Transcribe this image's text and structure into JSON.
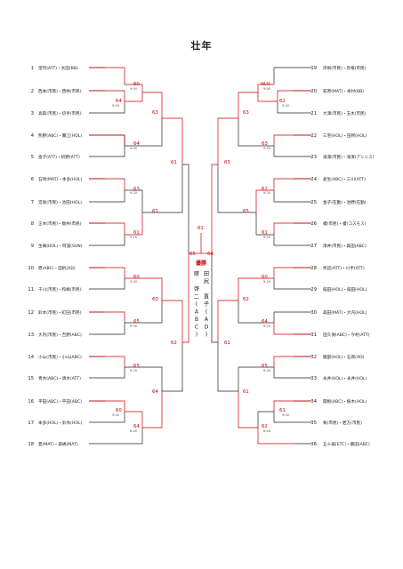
{
  "title": "壮年",
  "colors": {
    "win": "#cc0000",
    "line": "#222222"
  },
  "left_entries": [
    {
      "num": "1",
      "name": "望月(ATT)・太田(BB)"
    },
    {
      "num": "2",
      "name": "西本(市民)・西林(市民)"
    },
    {
      "num": "3",
      "name": "高森(市民)・切手(市民)"
    },
    {
      "num": "4",
      "name": "熊野(ABC)・鷺江(HOL)"
    },
    {
      "num": "5",
      "name": "金子(ATT)・初野(ATT)"
    },
    {
      "num": "6",
      "name": "石崎(MAT)・本多(HOL)"
    },
    {
      "num": "7",
      "name": "宮坂(市民)・池田(HOL)"
    },
    {
      "num": "8",
      "name": "正木(市民)・数井(市民)"
    },
    {
      "num": "9",
      "name": "生嶋(HOL)・阿波(SUN)"
    },
    {
      "num": "10",
      "name": "原(ABC)・田尻(AD)"
    },
    {
      "num": "11",
      "name": "千川(市民)・和嶋(市民)"
    },
    {
      "num": "12",
      "name": "鈴木(市民)・町田(市民)"
    },
    {
      "num": "13",
      "name": "大内(市民)・吉野(ABC)"
    },
    {
      "num": "14",
      "name": "小山(市民)・小山(ABC)"
    },
    {
      "num": "15",
      "name": "青木(ABC)・清水(ATT)"
    },
    {
      "num": "16",
      "name": "平田(ABC)・平田(ABC)"
    },
    {
      "num": "17",
      "name": "本多(HOL)・鈴木(HOL)"
    },
    {
      "num": "18",
      "name": "夏(MAT)・森嶋(MAT)"
    }
  ],
  "right_entries": [
    {
      "num": "19",
      "name": "岸根(市民)・岸根(市民)"
    },
    {
      "num": "20",
      "name": "萩原(MAT)・本村(BB)"
    },
    {
      "num": "21",
      "name": "大澤(市民)・玉木(市民)"
    },
    {
      "num": "22",
      "name": "三宅(HOL)・田所(HOL)"
    },
    {
      "num": "23",
      "name": "滝澤(市民)・滝澤(アシニス)"
    },
    {
      "num": "24",
      "name": "倉生(ABC)・三川(ATT)"
    },
    {
      "num": "25",
      "name": "金子(在勤)・池野(在勤)"
    },
    {
      "num": "26",
      "name": "榎(市民)・榎(コスモス)"
    },
    {
      "num": "27",
      "name": "澤井(市民)・森田(ABC)"
    },
    {
      "num": "28",
      "name": "馬詰(ATT)・川手(ATT)"
    },
    {
      "num": "29",
      "name": "稲田(HOL)・稲田(HOL)"
    },
    {
      "num": "30",
      "name": "森田(MAT)・大内(HOL)"
    },
    {
      "num": "31",
      "name": "田久保(ABC)・今村(ATT)"
    },
    {
      "num": "32",
      "name": "服部(HOL)・石寄(AD)"
    },
    {
      "num": "33",
      "name": "永井(HOL)・永井(HOL)"
    },
    {
      "num": "34",
      "name": "関根(ABC)・植木(HOL)"
    },
    {
      "num": "35",
      "name": "栗(市民)・岩方(市民)"
    },
    {
      "num": "36",
      "name": "五十嵐(ETC)・藤田(ABC)"
    }
  ],
  "scores": {
    "l_r1_60": "60",
    "l_r1_60_t": "9:40",
    "l_r1_64a": "64",
    "l_r1_64a_t": "9:30",
    "l_r2_63a": "63",
    "l_r1_64b": "64",
    "l_r1_64b_t": "9:00",
    "l_r3_61a": "61",
    "l_r1_63": "63",
    "l_r1_63_t": "9:20",
    "l_r2_61": "61",
    "l_r1_61": "61",
    "l_r1_61_t": "9:10",
    "l_r1_60b": "60",
    "l_r1_60b_t": "9:50",
    "l_r2_60": "60",
    "l_r1_65": "65",
    "l_r1_65_t": "9:30",
    "l_r3_62": "62",
    "l_r1_65b": "65",
    "l_r1_65b_t": "9:20",
    "l_r2_64": "64",
    "l_r1_60c": "60",
    "l_r1_60c_t": "9:00",
    "l_r1_64c": "64",
    "l_r1_64c_t": "8:40",
    "final_left": "65",
    "final_top": "61",
    "final_right": "64",
    "r_r1_wo": "W.O",
    "r_r1_wo_t": "9:40",
    "r_r1_62a": "62",
    "r_r1_62a_t": "9:00",
    "r_r2_63": "63",
    "r_r1_63": "63",
    "r_r1_63_t": "9:20",
    "r_r3_63": "63",
    "r_r1_62b": "62",
    "r_r1_62b_t": "9:20",
    "r_r2_65": "65",
    "r_r1_61": "61",
    "r_r1_61_t": "9:20",
    "r_r1_60": "60",
    "r_r1_60_t": "9:20",
    "r_r2_62": "62",
    "r_r1_64": "64",
    "r_r1_64_t": "9:20",
    "r_r3_61": "61",
    "r_r1_65": "65",
    "r_r1_65_t": "9:20",
    "r_r2_61": "61",
    "r_r1_61b": "61",
    "r_r1_61b_t": "9:00",
    "r_r1_62c": "62",
    "r_r1_62c_t": "8:40"
  },
  "champion": {
    "label": "優勝",
    "left_chars": [
      "原",
      "",
      "啓",
      "二",
      "(",
      "A",
      "B",
      "C",
      ")"
    ],
    "right_chars": [
      "田",
      "尻",
      "",
      "直",
      "子",
      "(",
      "A",
      "D",
      ")"
    ]
  }
}
